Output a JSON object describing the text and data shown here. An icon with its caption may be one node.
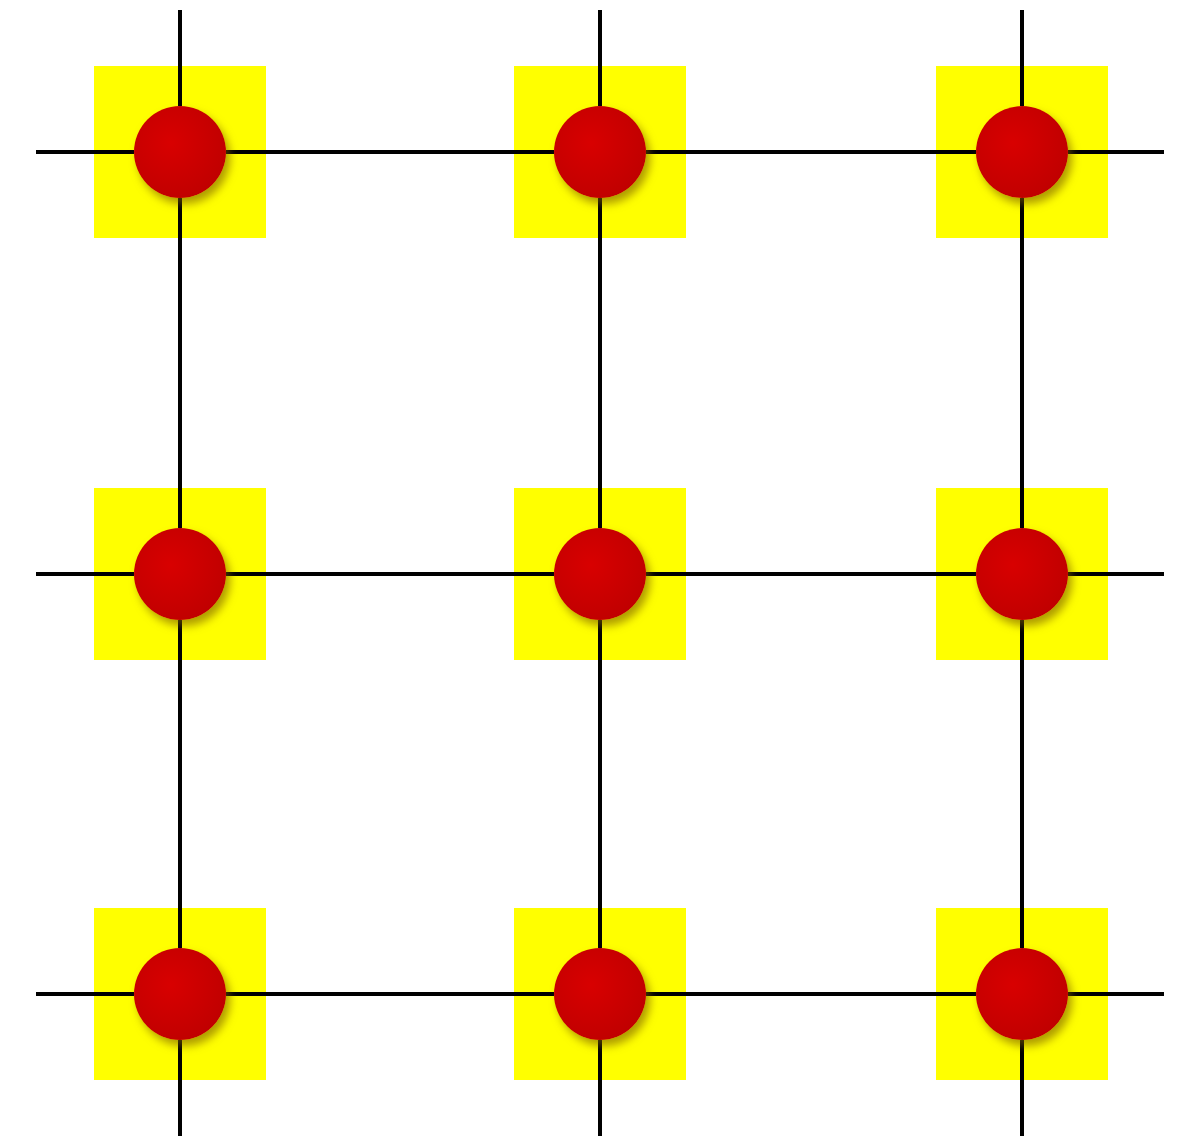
{
  "diagram": {
    "nodes": [
      {
        "text": [],
        "shape": "box"
      },
      {
        "text": [],
        "shape": "circle",
        "in": 0
      },
      {
        "text": [],
        "shape": "box"
      },
      {
        "text": [],
        "shape": "circle",
        "in": 2
      },
      {
        "text": [],
        "shape": "box"
      },
      {
        "text": [],
        "shape": "circle",
        "in": 4
      },
      {
        "text": [],
        "shape": "box"
      },
      {
        "text": [],
        "shape": "circle",
        "in": 6
      },
      {
        "text": [],
        "shape": "box"
      },
      {
        "text": [],
        "shape": "circle",
        "in": 8
      },
      {
        "text": [],
        "shape": "box"
      },
      {
        "text": [],
        "shape": "circle",
        "in": 10
      },
      {
        "text": [],
        "shape": "box"
      },
      {
        "text": [],
        "shape": "circle",
        "in": 12
      },
      {
        "text": [],
        "shape": "box"
      },
      {
        "text": [],
        "shape": "circle",
        "in": 14
      },
      {
        "text": [],
        "shape": "box"
      },
      {
        "text": [],
        "shape": "circle",
        "in": 16
      }
    ],
    "edges": [
      {
        "from": 1,
        "to": 3,
        "arrow": "none"
      },
      {
        "from": 3,
        "to": 5,
        "arrow": "none"
      },
      {
        "from": 7,
        "to": 9,
        "arrow": "none"
      },
      {
        "from": 9,
        "to": 11,
        "arrow": "none"
      },
      {
        "from": 13,
        "to": 15,
        "arrow": "none"
      },
      {
        "from": 15,
        "to": 17,
        "arrow": "none"
      },
      {
        "from": 1,
        "to": 7,
        "arrow": "none"
      },
      {
        "from": 7,
        "to": 13,
        "arrow": "none"
      },
      {
        "from": 3,
        "to": 9,
        "arrow": "none"
      },
      {
        "from": 9,
        "to": 15,
        "arrow": "none"
      },
      {
        "from": 5,
        "to": 11,
        "arrow": "none"
      },
      {
        "from": 11,
        "to": 17,
        "arrow": "none"
      },
      {
        "from": 1,
        "to": null,
        "arrow": "none"
      },
      {
        "from": 3,
        "to": null,
        "arrow": "none"
      },
      {
        "from": 5,
        "to": null,
        "arrow": "none"
      },
      {
        "from": 13,
        "to": null,
        "arrow": "none"
      },
      {
        "from": 15,
        "to": null,
        "arrow": "none"
      },
      {
        "from": 17,
        "to": null,
        "arrow": "none"
      },
      {
        "from": 1,
        "to": null,
        "arrow": "none"
      },
      {
        "from": 7,
        "to": null,
        "arrow": "none"
      },
      {
        "from": 13,
        "to": null,
        "arrow": "none"
      },
      {
        "from": 5,
        "to": null,
        "arrow": "none"
      },
      {
        "from": 11,
        "to": null,
        "arrow": "none"
      },
      {
        "from": 17,
        "to": null,
        "arrow": "none"
      }
    ]
  }
}
